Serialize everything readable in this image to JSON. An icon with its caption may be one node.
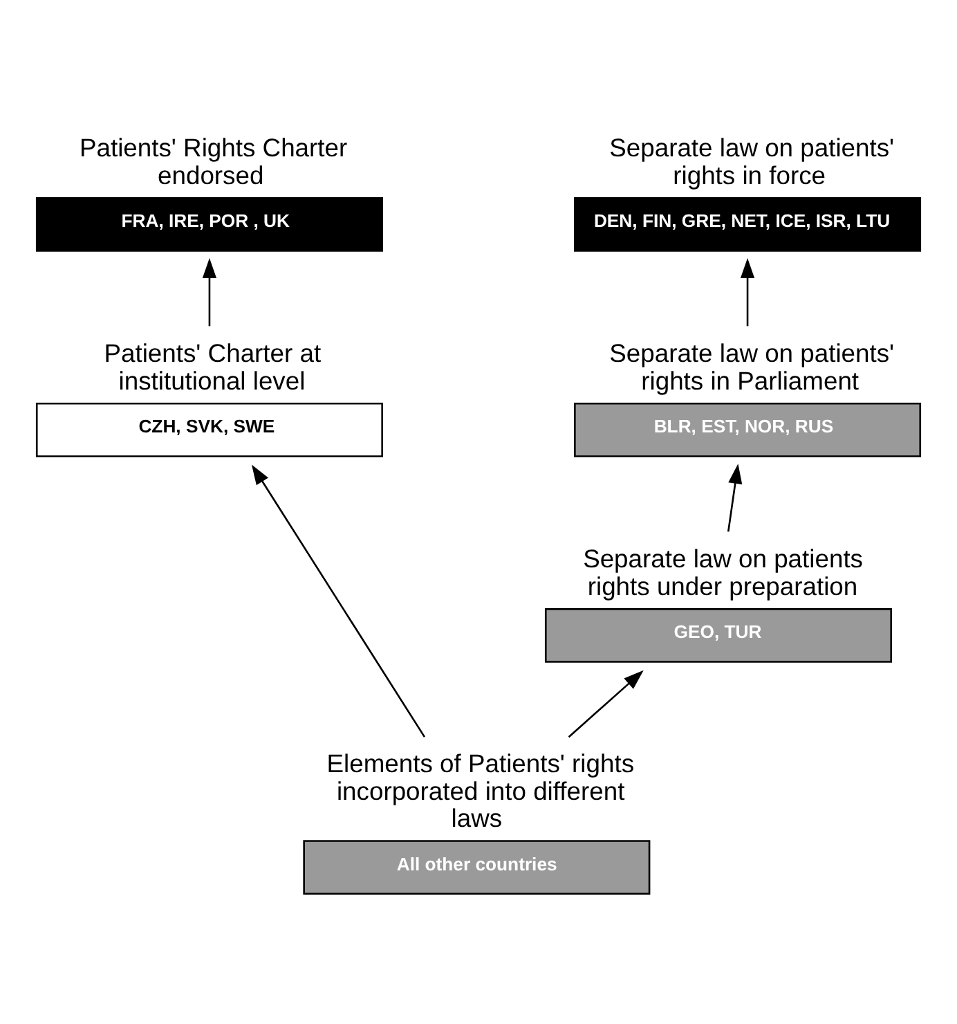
{
  "diagram": {
    "nodes": [
      {
        "text": [
          "Patients' Rights Charter endorsed",
          "FRA, IRE, POR , UK"
        ]
      },
      {
        "text": [
          "Separate law on patients' rights in force",
          "DEN, FIN, GRE, NET, ICE, ISR, LTU"
        ]
      },
      {
        "text": [
          "Separate law on patients' rights in Parliament",
          "BLR, EST, NOR, RUS"
        ]
      },
      {
        "text": [
          "Patients' Charter at institutional level",
          "CZH, SVK, SWE"
        ]
      },
      {
        "text": [
          "Separate law on patients rights under preparation",
          "GEO, TUR"
        ]
      },
      {
        "text": [
          "Elements of Patients' rights incorporated into different laws",
          "All other countries"
        ]
      }
    ],
    "edges": [
      {
        "from": 5,
        "to": 3,
        "arrow": "to"
      },
      {
        "from": 5,
        "to": 4,
        "arrow": "to"
      },
      {
        "from": 3,
        "to": 0,
        "arrow": "to"
      },
      {
        "from": 4,
        "to": 2,
        "arrow": "to"
      },
      {
        "from": 2,
        "to": 1,
        "arrow": "to"
      }
    ]
  }
}
